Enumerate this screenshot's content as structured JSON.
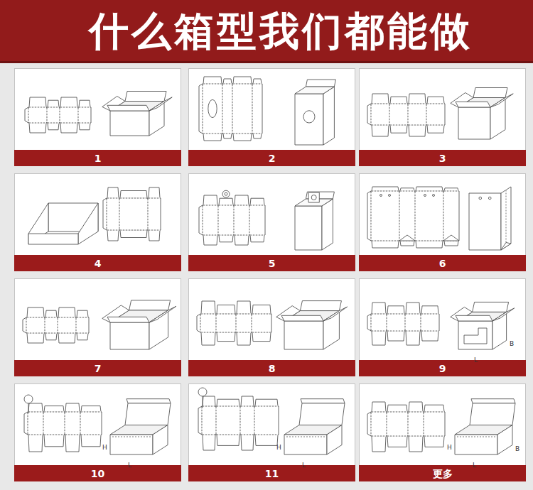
{
  "diagram": {
    "title": "什么箱型我们都能做",
    "nodes": [
      {
        "text": [
          "1"
        ]
      },
      {
        "text": [
          "2"
        ]
      },
      {
        "text": [
          "3"
        ]
      },
      {
        "text": [
          "4"
        ]
      },
      {
        "text": [
          "5"
        ]
      },
      {
        "text": [
          "6"
        ]
      },
      {
        "text": [
          "7"
        ]
      },
      {
        "text": [
          "8"
        ]
      },
      {
        "text": [
          "9"
        ]
      },
      {
        "text": [
          "10"
        ]
      },
      {
        "text": [
          "11"
        ]
      },
      {
        "text": [
          "更多"
        ]
      }
    ],
    "labels": [
      "B",
      "L",
      "H",
      "L",
      "H",
      "L",
      "H",
      "B",
      "L"
    ]
  }
}
